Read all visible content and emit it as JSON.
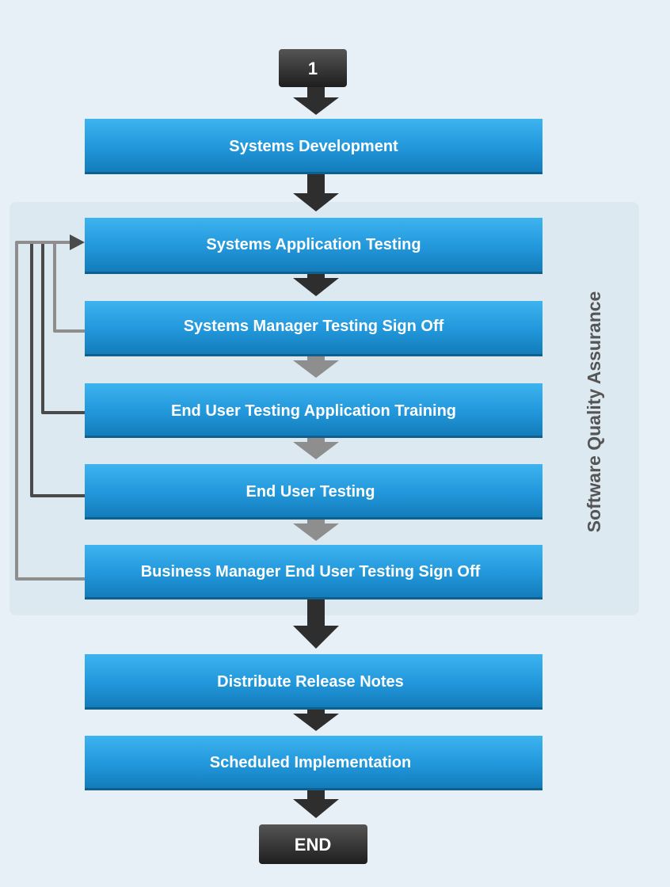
{
  "diagram": {
    "start_label": "1",
    "end_label": "END",
    "qa_region_label": "Software Quality Assurance",
    "steps": [
      "Systems Development",
      "Systems Application Testing",
      "Systems Manager Testing Sign Off",
      "End User Testing Application Training",
      "End User Testing",
      "Business Manager End User Testing Sign Off",
      "Distribute Release Notes",
      "Scheduled Implementation"
    ],
    "colors": {
      "background": "#e8f0f7",
      "qa_region": "#dde9f1",
      "box_top": "#2ea6e8",
      "box_bottom": "#127ab8",
      "terminal": "#2b2b2b",
      "arrow_dark": "#2e2e2e",
      "arrow_gray": "#8e8e8e",
      "feedback_dark": "#4a4a4a",
      "feedback_gray": "#8e8e8e",
      "qa_text": "#555555"
    }
  }
}
